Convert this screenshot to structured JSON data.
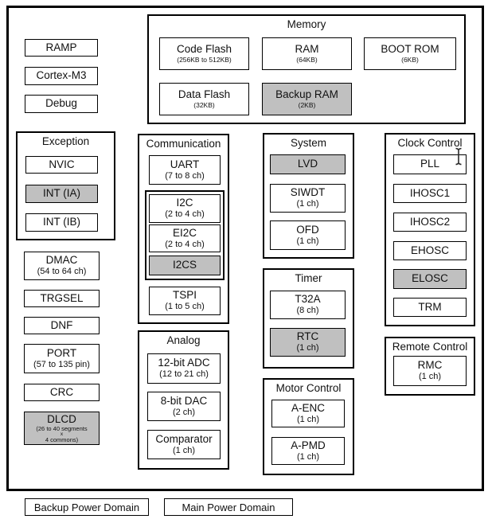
{
  "colors": {
    "backup_domain_fill": "#c0c0c0",
    "main_domain_fill": "#ffffff",
    "border": "#000000"
  },
  "cpu": {
    "ramp": "RAMP",
    "cortex": "Cortex-M3",
    "debug": "Debug"
  },
  "memory": {
    "title": "Memory",
    "code_flash": {
      "label": "Code Flash",
      "sub": "(256KB to 512KB)"
    },
    "ram": {
      "label": "RAM",
      "sub": "(64KB)"
    },
    "boot_rom": {
      "label": "BOOT ROM",
      "sub": "(6KB)"
    },
    "data_flash": {
      "label": "Data Flash",
      "sub": "(32KB)"
    },
    "backup_ram": {
      "label": "Backup RAM",
      "sub": "(2KB)"
    }
  },
  "exception": {
    "title": "Exception",
    "nvic": "NVIC",
    "int_ia": "INT (IA)",
    "int_ib": "INT (IB)"
  },
  "left_column": {
    "dmac": {
      "label": "DMAC",
      "sub": "(54 to 64 ch)"
    },
    "trgsel": "TRGSEL",
    "dnf": "DNF",
    "port": {
      "label": "PORT",
      "sub": "(57 to 135 pin)"
    },
    "crc": "CRC",
    "dlcd": {
      "label": "DLCD",
      "sub1": "(26 to 40 segments",
      "sub2": "x",
      "sub3": "4 commons)"
    }
  },
  "communication": {
    "title": "Communication",
    "uart": {
      "label": "UART",
      "sub": "(7 to 8 ch)"
    },
    "i2c": {
      "label": "I2C",
      "sub": "(2 to 4 ch)"
    },
    "ei2c": {
      "label": "EI2C",
      "sub": "(2 to 4 ch)"
    },
    "i2cs": "I2CS",
    "tspi": {
      "label": "TSPI",
      "sub": "(1 to 5 ch)"
    }
  },
  "analog": {
    "title": "Analog",
    "adc": {
      "label": "12-bit ADC",
      "sub": "(12 to 21 ch)"
    },
    "dac": {
      "label": "8-bit DAC",
      "sub": "(2 ch)"
    },
    "comparator": {
      "label": "Comparator",
      "sub": "(1 ch)"
    }
  },
  "system": {
    "title": "System",
    "lvd": "LVD",
    "siwdt": {
      "label": "SIWDT",
      "sub": "(1 ch)"
    },
    "ofd": {
      "label": "OFD",
      "sub": "(1 ch)"
    }
  },
  "timer": {
    "title": "Timer",
    "t32a": {
      "label": "T32A",
      "sub": "(8 ch)"
    },
    "rtc": {
      "label": "RTC",
      "sub": "(1 ch)"
    }
  },
  "motor_control": {
    "title": "Motor Control",
    "a_enc": {
      "label": "A-ENC",
      "sub": "(1 ch)"
    },
    "a_pmd": {
      "label": "A-PMD",
      "sub": "(1 ch)"
    }
  },
  "clock_control": {
    "title": "Clock Control",
    "pll": "PLL",
    "ihosc1": "IHOSC1",
    "ihosc2": "IHOSC2",
    "ehosc": "EHOSC",
    "elosc": "ELOSC",
    "trm": "TRM"
  },
  "remote_control": {
    "title": "Remote Control",
    "rmc": {
      "label": "RMC",
      "sub": "(1 ch)"
    }
  },
  "legend": {
    "backup": "Backup Power Domain",
    "main": "Main Power Domain"
  }
}
